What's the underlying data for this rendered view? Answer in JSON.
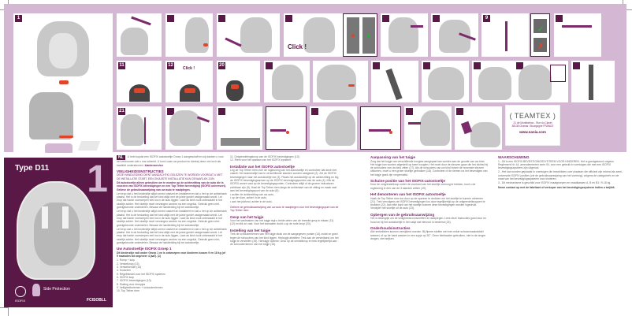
{
  "cover": {
    "type_label": "Type D11",
    "page_number": "1",
    "isofix_label": "ISOFIX",
    "side_protection": "Side Protection",
    "model_code": "FCISOBLL"
  },
  "panels": {
    "p1": "1",
    "p11": "11",
    "p12": "12",
    "p20": "20",
    "p21": "21",
    "p9": "9",
    "click_label": "Click !"
  },
  "brand": {
    "name": "( TEAMTEX )",
    "address": "21 de Montbarbon - Rue du Clavet 38138 Chanas / Bourgogne FRANCE",
    "website": "www.nania.com"
  },
  "intro": {
    "badge": "NL",
    "text": "U hebt zojuist een ISOFIX autostoeltje Groep 1 aangeschaft en wij danken u voor het vertrouwen dat u ons schenkt. U kunt u aan uw product en dankzij deze ons toch als kwaliteit ondersteunen.",
    "link": "klantenservice"
  },
  "safety": {
    "title": "VEILIGHEIDSINSTRUCTIES",
    "subtitle": "DEZE HANDLEIDING DIENT AANDACHTIG GELEZEN TE WORDEN VOORDAT U MET DE INSTALLATIE START. EEN ONJUISTE INSTALLATIE KAN GEVAARLIJK ZIJN.",
    "emphasis": "Dit autostoeltje alleen gebruiken om te worden op de achterzitting van de auto die is voorzien van ISOFIX bevestigingen en een Top Tether bevestiging (ISOFIX universeel). Gelieve de gebruiksaanwijzing van uw auto te raadplegen.",
    "body": "Let erop dat u het kinderzitje altijd correct vastzet en installeert en dat u het op de achterbank plaatst. Het is de bedoeling dat het kind altijd met de juiste gordel vastgemaakt wordt. Let erop dat harde voorwerpen niet los in de auto liggen. Laat uw kind nooit onbewaakt in het stoeltje achter. Het stoeltje moet vervangen worden na een ongeluk. Gebruik geen niet-goedgekeurde onderdelen. Bewaar de handleiding bij het autostoeltje."
  },
  "parts": {
    "title": "Uw Autostoeltje ISOFIX Groep 1",
    "intro": "Dit kinderzitje valt onder Groep 1 en is ontworpen voor kinderen tussen 9 en 18 kg (of 9 maanden tot ongeveer 4 jaar). (1)",
    "items": [
      "1. Romp + kuip",
      "2. Verstelknop (13)",
      "3. Verstelhendel (13)",
      "4. Kruisriem",
      "5. Regelhendel voor het ISOFIX systeem",
      "6. ISOFIX kuip",
      "7. ISOFIX bevestigingen (13)",
      "8. Sluiting voor riempjes",
      "9. Veiligheidsriemen + schouderriemen",
      "10. Top Tether riem",
      "11. Ontgrendelingsknop van de ISOFIX bevestigingen (13)",
      "12. Riem voor het opslaan van het ISOFIX systeem"
    ]
  },
  "isofix_install": {
    "title": "Installatie van het ISOFIX autostoeltje",
    "body": "Leg de Top Tether riem over de rugleuning van het autostoeltje en controleer dat deze niet vastzit. Het autostoeltje kan in verschillende standen worden vastgezet (2). Zet de ISOFIX bevestigingen naar het autostoeltje toe (3). Plaats het autostoeltje op de achterzitting en leg de ISOFIX bevestigingsarmen op de ISOFIX bevestigingspunten van de auto (4). Klik de ISOFIX armen vast op de bevestigingspunten. Controleer altijd of de groene indicatoren zichtbaar zijn (9). Haal de Top Tether riem langs de achterkant van de zitting en maak vast aan het bevestigingspunt van de auto (8).",
    "list": [
      "• achter de achterzitting van uw auto,",
      "• op de vloer, achter in de auto,",
      "• aan het plafond, achter in de auto."
    ],
    "tail": "Gelieve de gebruiksaanwijzing van uw auto te raadplegen voor het bevestigingspunt van de Top Tether riem."
  },
  "harness_buckle": {
    "title": "Gesp van het tuigje",
    "body": "Voor het vastmaken van het tuigje legt u beide delen van de breedte gesp in elkaar (11) (12) en klik ze vast. Voor het losmaken drukt u op de rode knop (20)."
  },
  "harness_setting": {
    "title": "Instelling van het tuigje",
    "body": "Trek de schouderriemen van het tuigje strak om de aangegeven punten (14) zodat ze goed tegen de schouders van het kind liggen. Hertuigje afstellen: Trek aan de verstelband om het tuigje te verstellen (15). Hertuigje openen: Druk op de verstelknop en trek tegelijkertijd aan de schouderriemen van het tuigje (16)."
  },
  "adjust": {
    "title": "Aanpassing van het tuigje",
    "body": "Zorg dat het tuigje van verschillende hoogtes aangepast kan worden aan de grootte van uw kind. Het tuigje kan worden afgesteld op twee hoogten. Het moet door de sleuven gaan die het dichtst bij de schouders van uw kind zitten (17). Als de schouders van uw kind boven de bovenste sleuven uitkomen, moet u een groter stoeltje gebruiken (18). Controleer of de riemen na het bevestigen van het tuigje goed zijn vergrendeld."
  },
  "recline": {
    "title": "Schuine positie van het ISOFIX-autostoeltje",
    "body": "Door de ontgrendelknop onder de voorkant van het stoeltje omhoog te trekken, kunt u de rugleuning in een van de 3 standen zetten (19)."
  },
  "remove": {
    "title": "Het demonteren van het ISOFIX autostoeltje",
    "body": "Haak de Top Tether riem los door op de spanner te drukken om het stoeltje te kunnen uitnemen (21). Trek vervolgens de ISOFIX bevestigingen los door tegelijkertijd op de ontgrendelknoppen te drukken (22). Aan elke kant van het stoeltje kunnen deze bevestigingen worden ingedrukt. Verwijder het stoeltje uit de auto (23)."
  },
  "storage": {
    "title": "Opbergen van de gebruiksaanwijzing",
    "body": "Het is belangrijk om de veiligheidsvoorschriften te raadplegen. Lees deze instructies goed door en houd ze bij het autostoeltje in het vakje dat hiervoor is bestemd (24)."
  },
  "maintenance": {
    "title": "Onderhoudsinstructies",
    "body": "Alle textieldelen kunnen verwijderd worden. Bij fijnere stoffen met een milde schoonmaakmiddel wassen, of op de hand wassen in een sopje op 30°. Geen bleekwater gebruiken, niet in de droger drogen, niet strijken."
  },
  "warning": {
    "title": "WAARSCHUWING",
    "items": [
      "1 - Dit is een ISOFIX BEVESTIGINGSSYSTEEM VOOR KINDEREN. Het is goedgekeurd volgens Reglement Nr. 44, amendementen serie 04, voor een gebruik in voertuigen die met een ISOFIX bevestigingssysteem zijn uitgerust.",
      "2 - Het kan worden geplaatst in voertuigen die beschikken over plaatsen die officieel zijn erkend als semi-universele ISOFIX posities (zie de gebruiksaanwijzing van het voertuig), volgens de categorieën en de maat van het bevestigingssysteem voor kinderen.",
      "3 - Dit mechanisme is geschikt voor ISOFIX maatgroepen en maatklassen A, B en B1 / 9-18 kg."
    ],
    "contact": "Neem contact op met de fabrikant of verkoper van het bevestigingssysteem indien u twijfelt."
  }
}
